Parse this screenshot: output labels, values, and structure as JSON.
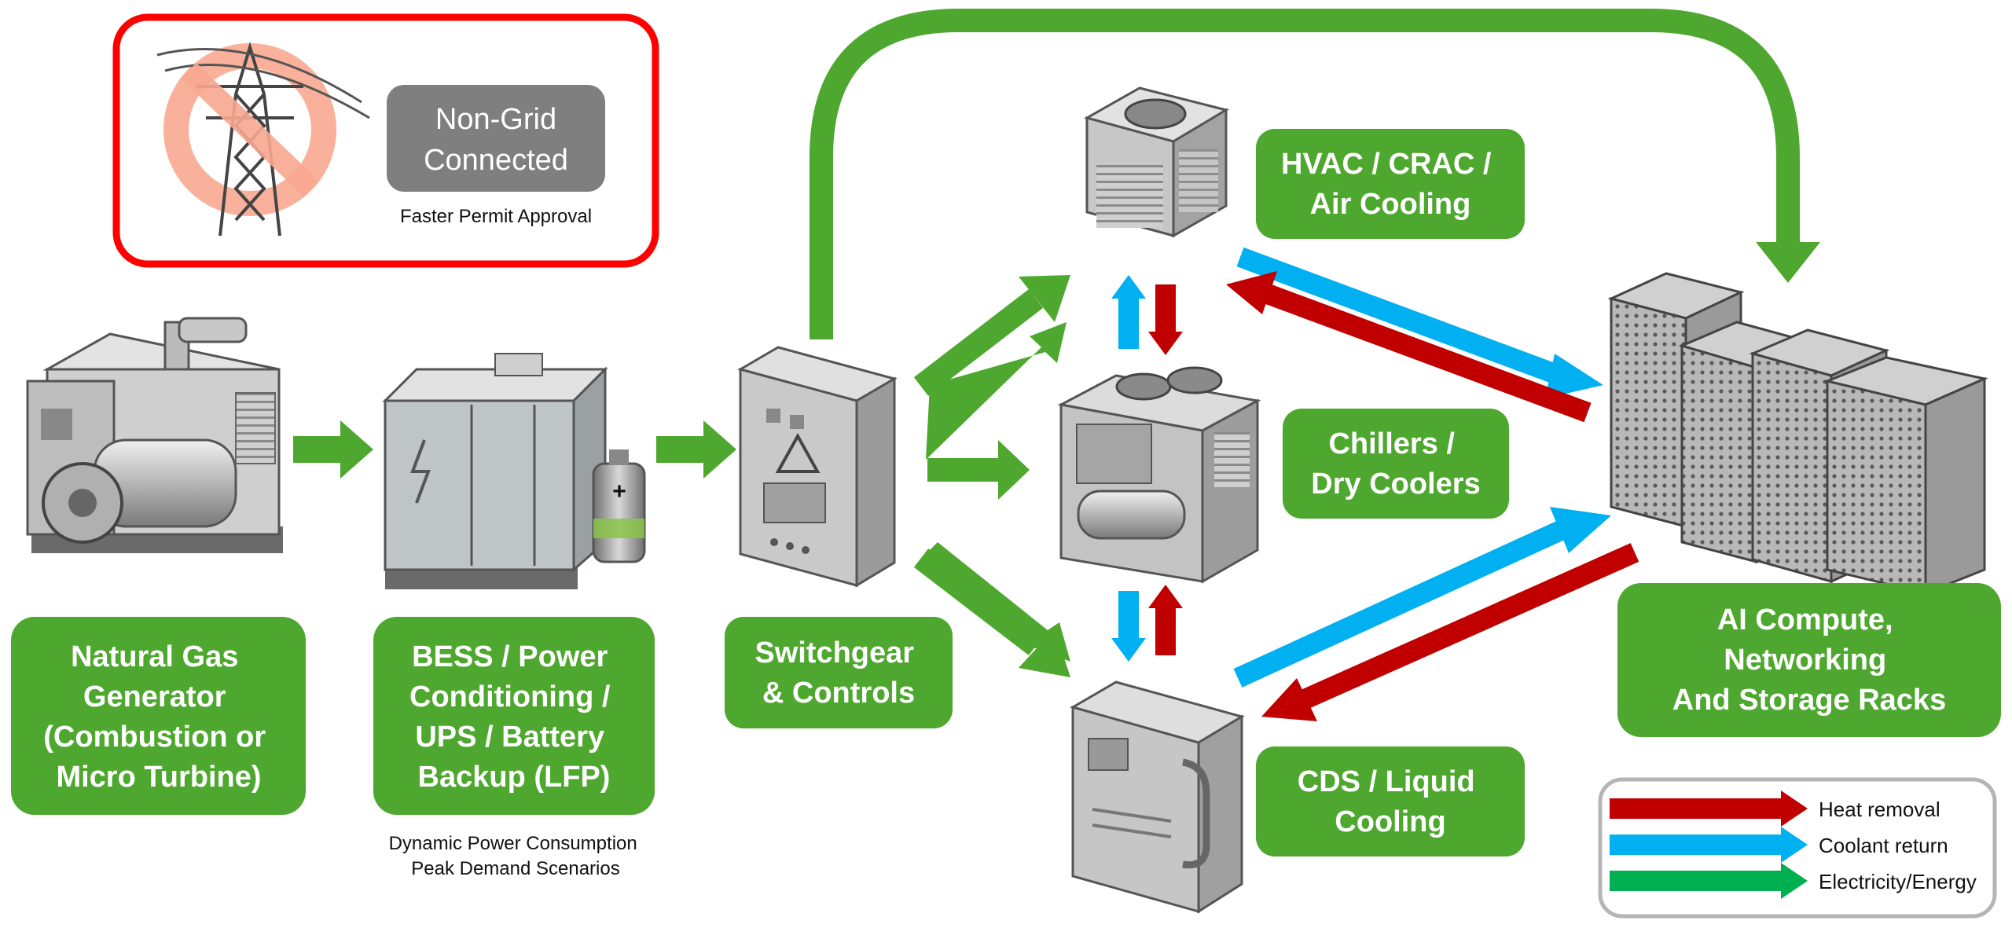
{
  "callout": {
    "badge_line1": "Non-Grid",
    "badge_line2": "Connected",
    "caption": "Faster Permit Approval"
  },
  "components": {
    "generator": {
      "lines": [
        "Natural Gas",
        "Generator",
        "(Combustion or",
        "Micro Turbine)"
      ]
    },
    "bess": {
      "lines": [
        "BESS / Power",
        "Conditioning /",
        "UPS / Battery",
        "Backup (LFP)"
      ],
      "caption_line1": "Dynamic Power Consumption",
      "caption_line2": "Peak Demand Scenarios"
    },
    "switchgear": {
      "lines": [
        "Switchgear",
        "& Controls"
      ]
    },
    "hvac": {
      "lines": [
        "HVAC / CRAC /",
        "Air Cooling"
      ]
    },
    "chillers": {
      "lines": [
        "Chillers /",
        "Dry Coolers"
      ]
    },
    "cds": {
      "lines": [
        "CDS / Liquid",
        "Cooling"
      ]
    },
    "racks": {
      "lines": [
        "AI Compute,",
        "Networking",
        "And Storage Racks"
      ]
    }
  },
  "legend": {
    "items": [
      {
        "label": "Heat removal",
        "color": "#c00000"
      },
      {
        "label": "Coolant return",
        "color": "#00b0f0"
      },
      {
        "label": "Electricity/Energy",
        "color": "#00b050"
      }
    ]
  },
  "colors": {
    "green_box": "#4ea72e",
    "green_arrow": "#4ea72e",
    "red": "#c00000",
    "blue": "#00b0f0",
    "callout_border": "#ff0000",
    "badge": "#7f7f7f"
  }
}
